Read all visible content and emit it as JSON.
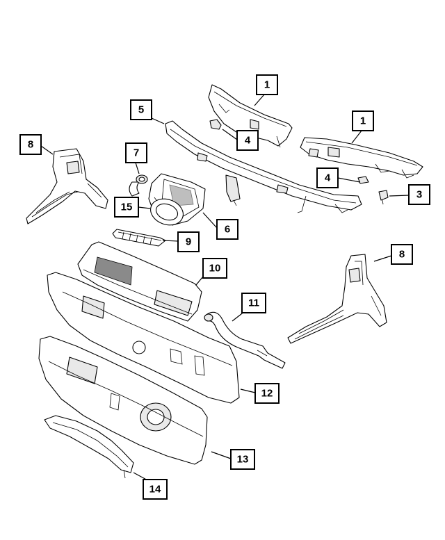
{
  "callouts": {
    "c1a": "1",
    "c1b": "1",
    "c3": "3",
    "c4a": "4",
    "c4b": "4",
    "c5": "5",
    "c6": "6",
    "c7": "7",
    "c8a": "8",
    "c8b": "8",
    "c9": "9",
    "c10": "10",
    "c11": "11",
    "c12": "12",
    "c13": "13",
    "c14": "14",
    "c15": "15"
  }
}
